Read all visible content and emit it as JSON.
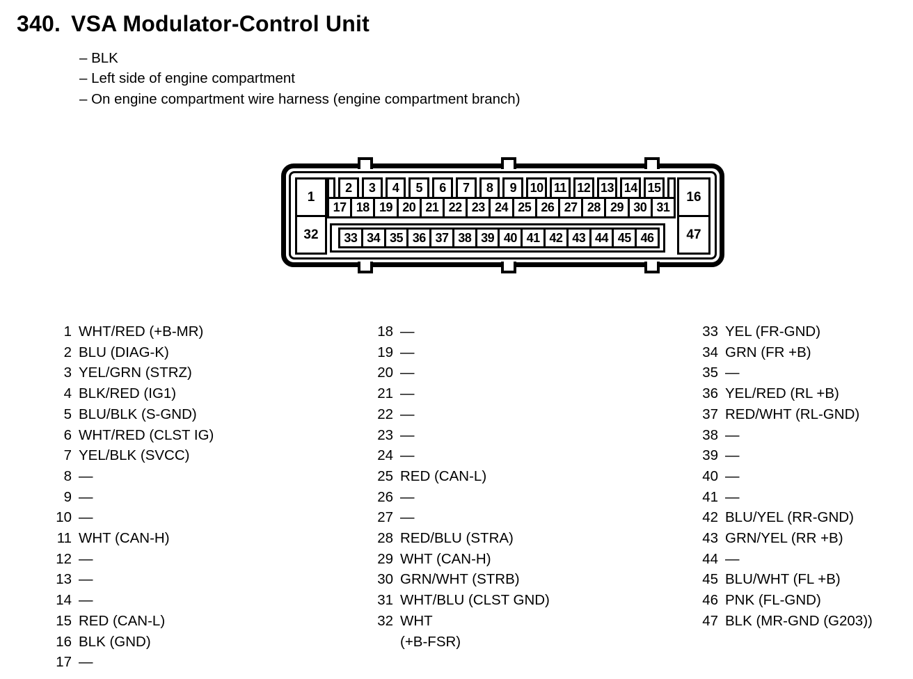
{
  "header": {
    "number": "340.",
    "title": "VSA Modulator-Control Unit",
    "notes": [
      "– BLK",
      "– Left side of engine compartment",
      "– On engine compartment wire harness (engine compartment branch)"
    ]
  },
  "connector": {
    "pin_top_left": "1",
    "pin_bottom_left": "32",
    "pin_top_right": "16",
    "pin_bottom_right": "47",
    "row_top": [
      "2",
      "3",
      "4",
      "5",
      "6",
      "7",
      "8",
      "9",
      "10",
      "11",
      "12",
      "13",
      "14",
      "15"
    ],
    "row_middle": [
      "17",
      "18",
      "19",
      "20",
      "21",
      "22",
      "23",
      "24",
      "25",
      "26",
      "27",
      "28",
      "29",
      "30",
      "31"
    ],
    "row_bottom": [
      "33",
      "34",
      "35",
      "36",
      "37",
      "38",
      "39",
      "40",
      "41",
      "42",
      "43",
      "44",
      "45",
      "46"
    ]
  },
  "pin_list": {
    "column1": [
      {
        "pin": "1",
        "desc": "WHT/RED (+B-MR)"
      },
      {
        "pin": "2",
        "desc": "BLU (DIAG-K)"
      },
      {
        "pin": "3",
        "desc": "YEL/GRN (STRZ)"
      },
      {
        "pin": "4",
        "desc": "BLK/RED (IG1)"
      },
      {
        "pin": "5",
        "desc": "BLU/BLK (S-GND)"
      },
      {
        "pin": "6",
        "desc": "WHT/RED (CLST IG)"
      },
      {
        "pin": "7",
        "desc": "YEL/BLK (SVCC)"
      },
      {
        "pin": "8",
        "desc": "—"
      },
      {
        "pin": "9",
        "desc": "—"
      },
      {
        "pin": "10",
        "desc": "—"
      },
      {
        "pin": "11",
        "desc": "WHT (CAN-H)"
      },
      {
        "pin": "12",
        "desc": "—"
      },
      {
        "pin": "13",
        "desc": "—"
      },
      {
        "pin": "14",
        "desc": "—"
      },
      {
        "pin": "15",
        "desc": "RED (CAN-L)"
      },
      {
        "pin": "16",
        "desc": "BLK (GND)"
      },
      {
        "pin": "17",
        "desc": "—"
      }
    ],
    "column2": [
      {
        "pin": "18",
        "desc": "—"
      },
      {
        "pin": "19",
        "desc": "—"
      },
      {
        "pin": "20",
        "desc": "—"
      },
      {
        "pin": "21",
        "desc": "—"
      },
      {
        "pin": "22",
        "desc": "—"
      },
      {
        "pin": "23",
        "desc": "—"
      },
      {
        "pin": "24",
        "desc": "—"
      },
      {
        "pin": "25",
        "desc": "RED (CAN-L)"
      },
      {
        "pin": "26",
        "desc": "—"
      },
      {
        "pin": "27",
        "desc": "—"
      },
      {
        "pin": "28",
        "desc": "RED/BLU (STRA)"
      },
      {
        "pin": "29",
        "desc": "WHT (CAN-H)"
      },
      {
        "pin": "30",
        "desc": "GRN/WHT (STRB)"
      },
      {
        "pin": "31",
        "desc": "WHT/BLU (CLST GND)"
      },
      {
        "pin": "32",
        "desc": "WHT",
        "desc2": "(+B-FSR)"
      }
    ],
    "column3": [
      {
        "pin": "33",
        "desc": "YEL (FR-GND)"
      },
      {
        "pin": "34",
        "desc": "GRN (FR +B)"
      },
      {
        "pin": "35",
        "desc": "—"
      },
      {
        "pin": "36",
        "desc": "YEL/RED (RL +B)"
      },
      {
        "pin": "37",
        "desc": "RED/WHT (RL-GND)"
      },
      {
        "pin": "38",
        "desc": "—"
      },
      {
        "pin": "39",
        "desc": "—"
      },
      {
        "pin": "40",
        "desc": "—"
      },
      {
        "pin": "41",
        "desc": "—"
      },
      {
        "pin": "42",
        "desc": "BLU/YEL (RR-GND)"
      },
      {
        "pin": "43",
        "desc": "GRN/YEL (RR +B)"
      },
      {
        "pin": "44",
        "desc": "—"
      },
      {
        "pin": "45",
        "desc": "BLU/WHT (FL +B)"
      },
      {
        "pin": "46",
        "desc": "PNK (FL-GND)"
      },
      {
        "pin": "47",
        "desc": "BLK (MR-GND (G203))"
      }
    ]
  },
  "colors": {
    "ink": "#000000",
    "paper": "#ffffff"
  }
}
